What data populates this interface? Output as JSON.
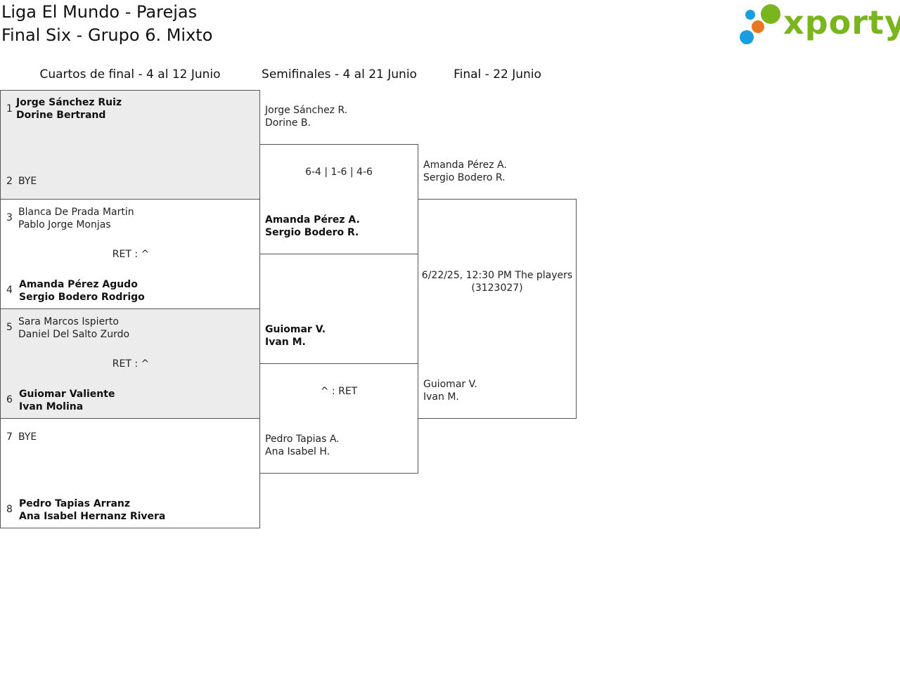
{
  "header": {
    "title_line1": "Liga El Mundo - Parejas",
    "title_line2": "Final Six - Grupo 6. Mixto",
    "logo": {
      "text": "xporty",
      "colors": {
        "text": "#7ab51d",
        "dot_blue": "#1a9ee2",
        "dot_orange": "#e87722",
        "dot_green": "#7ab51d"
      }
    }
  },
  "columns": {
    "quarters": "Cuartos de final - 4 al 12 Junio",
    "semis": "Semifinales - 4 al 21 Junio",
    "final": "Final - 22 Junio"
  },
  "quarterfinals": [
    {
      "top": {
        "seed": "1",
        "line1": "Jorge Sánchez Ruiz",
        "line2": "Dorine Bertrand",
        "winner": true
      },
      "score": "",
      "bottom": {
        "seed": "2",
        "line1": "BYE",
        "line2": "",
        "winner": false
      }
    },
    {
      "top": {
        "seed": "3",
        "line1": "Blanca De Prada Martin",
        "line2": "Pablo Jorge Monjas",
        "winner": false
      },
      "score": "RET : ^",
      "bottom": {
        "seed": "4",
        "line1": "Amanda Pérez Agudo",
        "line2": "Sergio Bodero Rodrigo",
        "winner": true
      }
    },
    {
      "top": {
        "seed": "5",
        "line1": "Sara Marcos Ispierto",
        "line2": "Daniel Del Salto Zurdo",
        "winner": false
      },
      "score": "RET : ^",
      "bottom": {
        "seed": "6",
        "line1": "Guiomar Valiente",
        "line2": "Ivan Molina",
        "winner": true
      }
    },
    {
      "top": {
        "seed": "7",
        "line1": "BYE",
        "line2": "",
        "winner": false
      },
      "score": "",
      "bottom": {
        "seed": "8",
        "line1": "Pedro Tapias Arranz",
        "line2": "Ana Isabel Hernanz Rivera",
        "winner": true
      }
    }
  ],
  "semifinals": [
    {
      "top": {
        "line1": "Jorge Sánchez R.",
        "line2": "Dorine B.",
        "winner": false
      },
      "score": "6-4 | 1-6 | 4-6",
      "bottom": {
        "line1": "Amanda Pérez A.",
        "line2": "Sergio Bodero R.",
        "winner": true
      }
    },
    {
      "top": {
        "line1": "Guiomar V.",
        "line2": "Ivan M.",
        "winner": true
      },
      "score": "^ : RET",
      "bottom": {
        "line1": "Pedro Tapias A.",
        "line2": "Ana Isabel H.",
        "winner": false
      }
    }
  ],
  "final": {
    "top": {
      "line1": "Amanda Pérez A.",
      "line2": "Sergio Bodero R."
    },
    "schedule_line1": "6/22/25, 12:30 PM The players",
    "schedule_line2": "(3123027)",
    "bottom": {
      "line1": "Guiomar V.",
      "line2": "Ivan M."
    }
  }
}
